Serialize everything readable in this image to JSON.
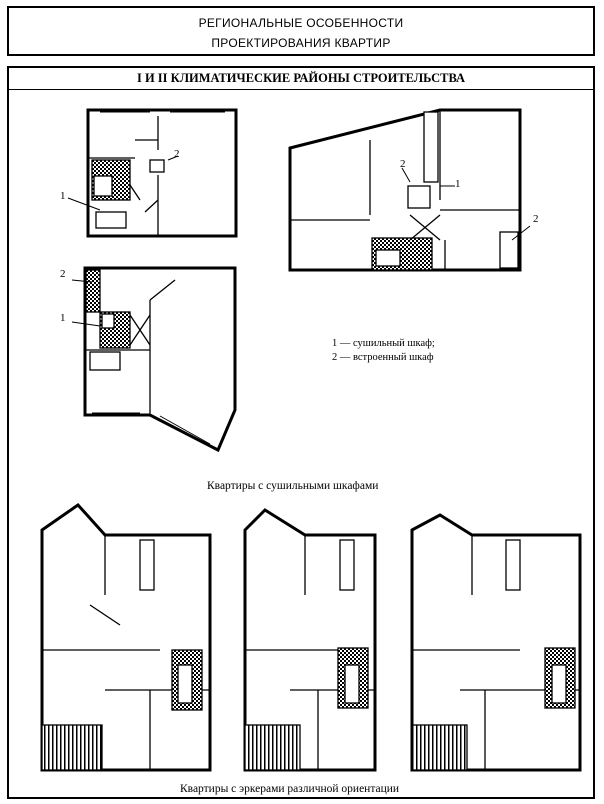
{
  "header": {
    "line1": "РЕГИОНАЛЬНЫЕ ОСОБЕННОСТИ",
    "line2": "ПРОЕКТИРОВАНИЯ  КВАРТИР"
  },
  "section": {
    "title": "I И II КЛИМАТИЧЕСКИЕ РАЙОНЫ СТРОИТЕЛЬСТВА"
  },
  "legend": {
    "item1": "1 — сушильный шкаф;",
    "item2": "2 — встроенный шкаф"
  },
  "labels": {
    "one": "1",
    "two": "2"
  },
  "captions": {
    "drying": "Квартиры с сушильными шкафами",
    "bay": "Квартиры с эркерами различной ориентации"
  }
}
